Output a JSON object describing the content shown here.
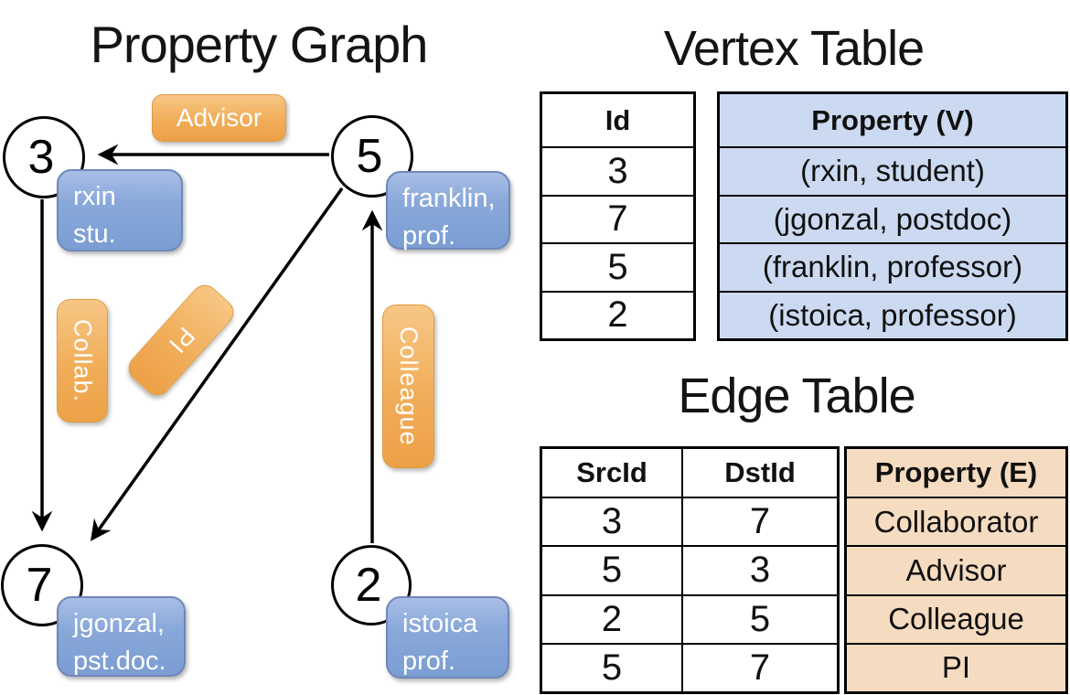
{
  "titles": {
    "graph": "Property Graph",
    "vertex_table": "Vertex Table",
    "edge_table": "Edge Table"
  },
  "graph": {
    "nodes": [
      {
        "id": "3",
        "line1": "rxin",
        "line2": "stu."
      },
      {
        "id": "5",
        "line1": "franklin,",
        "line2": "prof."
      },
      {
        "id": "7",
        "line1": "jgonzal,",
        "line2": "pst.doc."
      },
      {
        "id": "2",
        "line1": "istoica",
        "line2": "prof."
      }
    ],
    "edge_labels": {
      "advisor": "Advisor",
      "collab": "Collab.",
      "pi": "PI",
      "colleague": "Colleague"
    },
    "edges": [
      {
        "src": "5",
        "dst": "3",
        "label": "Advisor"
      },
      {
        "src": "3",
        "dst": "7",
        "label": "Collab."
      },
      {
        "src": "5",
        "dst": "7",
        "label": "PI"
      },
      {
        "src": "2",
        "dst": "5",
        "label": "Colleague"
      }
    ]
  },
  "vertex_table": {
    "headers": {
      "id": "Id",
      "property": "Property (V)"
    },
    "rows": [
      {
        "id": "3",
        "property": "(rxin, student)"
      },
      {
        "id": "7",
        "property": "(jgonzal, postdoc)"
      },
      {
        "id": "5",
        "property": "(franklin, professor)"
      },
      {
        "id": "2",
        "property": "(istoica, professor)"
      }
    ]
  },
  "edge_table": {
    "headers": {
      "src": "SrcId",
      "dst": "DstId",
      "property": "Property (E)"
    },
    "rows": [
      {
        "src": "3",
        "dst": "7",
        "property": "Collaborator"
      },
      {
        "src": "5",
        "dst": "3",
        "property": "Advisor"
      },
      {
        "src": "2",
        "dst": "5",
        "property": "Colleague"
      },
      {
        "src": "5",
        "dst": "7",
        "property": "PI"
      }
    ]
  },
  "colors": {
    "edge_label_orange": "#f1ad59",
    "vertex_box_blue": "#85a5d8",
    "vertex_table_fill": "#cbdaf1",
    "edge_table_fill": "#f5dcc0",
    "line_black": "#000000"
  }
}
